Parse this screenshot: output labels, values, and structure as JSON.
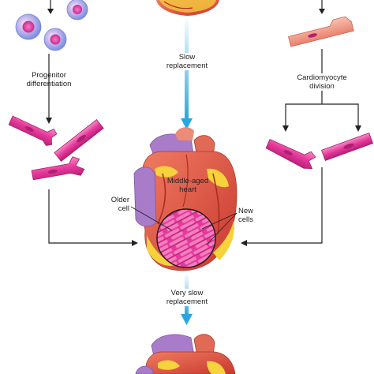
{
  "labels": {
    "progenitor_line1": "Progenitor",
    "progenitor_line2": "differentiation",
    "slow_line1": "Slow",
    "slow_line2": "replacement",
    "cardio_line1": "Cardiomyocyte",
    "cardio_line2": "division",
    "heart_line1": "Middle-aged",
    "heart_line2": "heart",
    "older_line1": "Older",
    "older_line2": "cell",
    "new_line1": "New",
    "new_line2": "cells",
    "veryslow_line1": "Very slow",
    "veryslow_line2": "replacement"
  },
  "colors": {
    "arrow_black": "#222222",
    "arrow_blue": "#2aa6dd",
    "cell_pink": "#e6399b",
    "cell_dark": "#b01e72",
    "adult_cell": "#f29a86",
    "heart_red": "#d8473c",
    "fat_yellow": "#f6d23c",
    "vessel_purple": "#a97cc9",
    "progenitor_blue": "#8a9fe0"
  }
}
